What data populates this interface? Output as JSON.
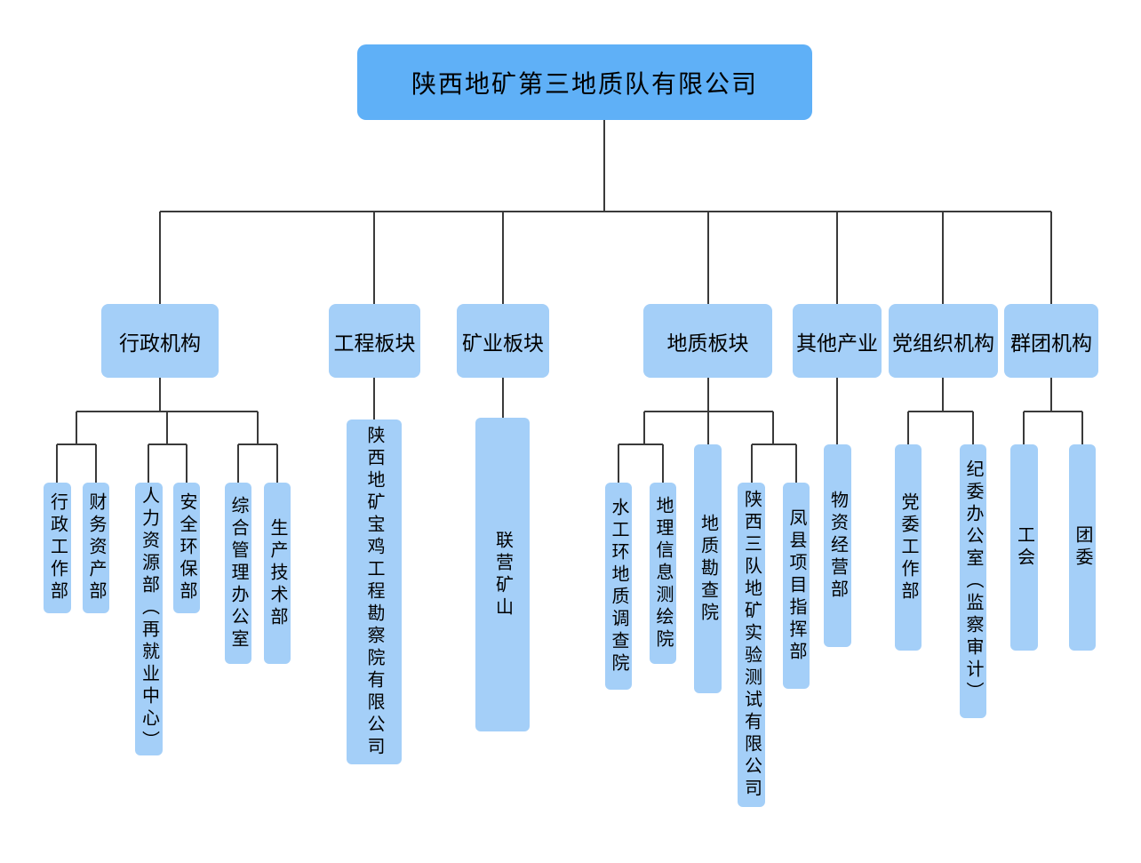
{
  "org": {
    "root": "陕西地矿第三地质队有限公司",
    "branches": [
      {
        "label": "行政机构",
        "children": [
          "行政工作部",
          "财务资产部",
          "人力资源部（再就业中心）",
          "安全环保部",
          "综合管理办公室",
          "生产技术部"
        ]
      },
      {
        "label": "工程板块",
        "children": [
          "陕西地矿宝鸡工程勘察院有限公司"
        ]
      },
      {
        "label": "矿业板块",
        "children": [
          "联营矿山"
        ]
      },
      {
        "label": "地质板块",
        "children": [
          "水工环地质调查院",
          "地理信息测绘院",
          "地质勘查院",
          "陕西三队地矿实验测试有限公司",
          "凤县项目指挥部"
        ]
      },
      {
        "label": "其他产业",
        "children": [
          "物资经营部"
        ]
      },
      {
        "label": "党组织机构",
        "children": [
          "党委工作部",
          "纪委办公室（监察审计）"
        ]
      },
      {
        "label": "群团机构",
        "children": [
          "工会",
          "团委"
        ]
      }
    ]
  },
  "colors": {
    "root_fill": "#5fb0f7",
    "node_fill": "#a4cff8",
    "connector": "#3a3a3a",
    "text": "#000000",
    "background": "#ffffff"
  }
}
